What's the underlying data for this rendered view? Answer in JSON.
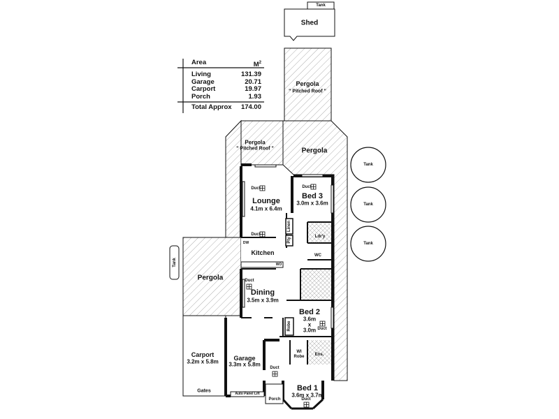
{
  "area_table": {
    "header": {
      "label": "Area",
      "unit": "M",
      "unit_sup": "2"
    },
    "rows": [
      {
        "label": "Living",
        "value": "131.39"
      },
      {
        "label": "Garage",
        "value": "20.71"
      },
      {
        "label": "Carport",
        "value": "19.97"
      },
      {
        "label": "Porch",
        "value": "1.93"
      }
    ],
    "total": {
      "label": "Total Approx",
      "value": "174.00"
    }
  },
  "outdoor": {
    "shed": "Shed",
    "tank_top": "Tank",
    "pergola_pitched_top": {
      "name": "Pergola",
      "note": "\" Pitched Roof \""
    },
    "pergola_pitched_left": {
      "name": "Pergola",
      "note": "\" Pitched Roof \""
    },
    "pergola_right": "Pergola",
    "pergola_west": "Pergola",
    "tanks_round": [
      "Tank",
      "Tank",
      "Tank"
    ],
    "tank_side": "Tank"
  },
  "rooms": {
    "lounge": {
      "name": "Lounge",
      "dims": "4.1m x 6.4m"
    },
    "bed3": {
      "name": "Bed 3",
      "dims": "3.0m x 3.6m"
    },
    "kitchen": {
      "name": "Kitchen"
    },
    "dining": {
      "name": "Dining",
      "dims": "3.5m x 3.9m"
    },
    "bed2": {
      "name": "Bed 2",
      "dims_w": "3.6m",
      "dims_x": "x",
      "dims_h": "3.0m"
    },
    "bed1": {
      "name": "Bed 1",
      "dims": "3.6m x 3.7m"
    },
    "carport": {
      "name": "Carport",
      "dims": "3.2m x 5.8m"
    },
    "garage": {
      "name": "Garage",
      "dims": "3.3m x 5.8m"
    },
    "porch": {
      "name": "Porch"
    },
    "ldry": {
      "name": "Ldr'y"
    },
    "wc": {
      "name": "WC"
    },
    "ens": {
      "name": "Ens."
    },
    "wi_robe": {
      "name": "WI",
      "name2": "Robe"
    },
    "robe": {
      "name": "Robe"
    },
    "linen": {
      "name": "Linen"
    },
    "pty": {
      "name": "Pty"
    }
  },
  "labels": {
    "duct": "Duct",
    "gates": "Gates",
    "auto_panel_lift": "Auto Panel Lift",
    "dw": "DW",
    "wo": "WO"
  }
}
